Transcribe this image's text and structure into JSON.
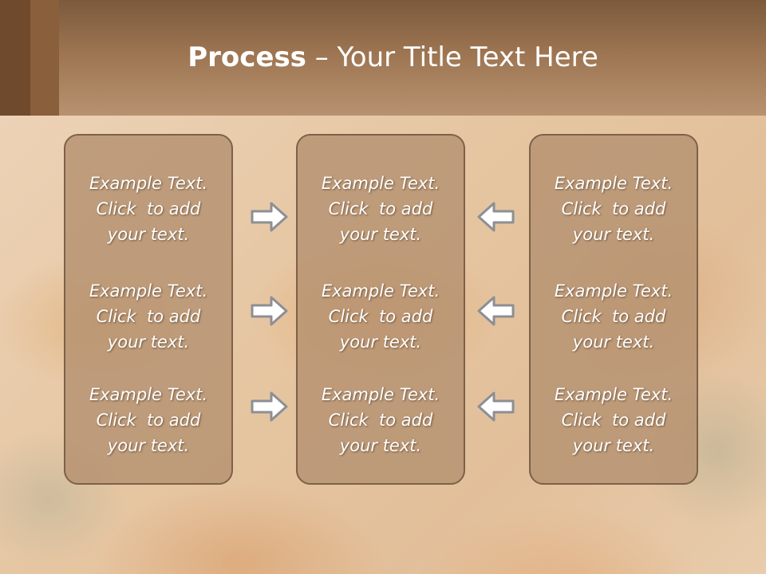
{
  "slide": {
    "title_bold": "Process",
    "title_rest": " – Your Title Text Here"
  },
  "panels": [
    {
      "items": [
        {
          "l1": "Example Text.",
          "l2": "Click  to add",
          "l3": "your text."
        },
        {
          "l1": "Example Text.",
          "l2": "Click  to add",
          "l3": "your text."
        },
        {
          "l1": "Example Text.",
          "l2": "Click  to add",
          "l3": "your text."
        }
      ]
    },
    {
      "items": [
        {
          "l1": "Example Text.",
          "l2": "Click  to add",
          "l3": "your text."
        },
        {
          "l1": "Example Text.",
          "l2": "Click  to add",
          "l3": "your text."
        },
        {
          "l1": "Example Text.",
          "l2": "Click  to add",
          "l3": "your text."
        }
      ]
    },
    {
      "items": [
        {
          "l1": "Example Text.",
          "l2": "Click  to add",
          "l3": "your text."
        },
        {
          "l1": "Example Text.",
          "l2": "Click  to add",
          "l3": "your text."
        },
        {
          "l1": "Example Text.",
          "l2": "Click  to add",
          "l3": "your text."
        }
      ]
    }
  ],
  "arrows": {
    "left_group": "arrow-right-icon",
    "right_group": "arrow-left-icon"
  }
}
